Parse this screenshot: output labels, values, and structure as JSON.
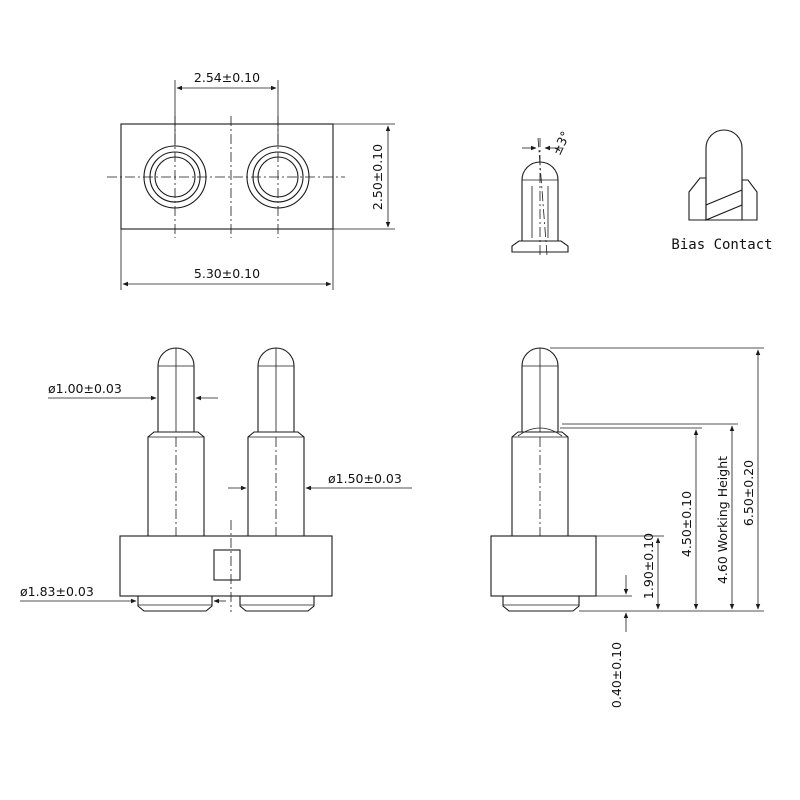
{
  "dimensions": {
    "pitch": "2.54±0.10",
    "body_depth": "2.50±0.10",
    "body_length": "5.30±0.10",
    "tip_angle": "±3°",
    "plunger_diameter": "ø1.00±0.03",
    "barrel_diameter": "ø1.50±0.03",
    "tail_diameter": "ø1.83±0.03",
    "base_height": "1.90±0.10",
    "tail_height": "0.40±0.10",
    "barrel_height": "4.50±0.10",
    "working_height": "4.60  Working Height",
    "total_height": "6.50±0.20"
  },
  "labels": {
    "bias_contact": "Bias Contact"
  }
}
